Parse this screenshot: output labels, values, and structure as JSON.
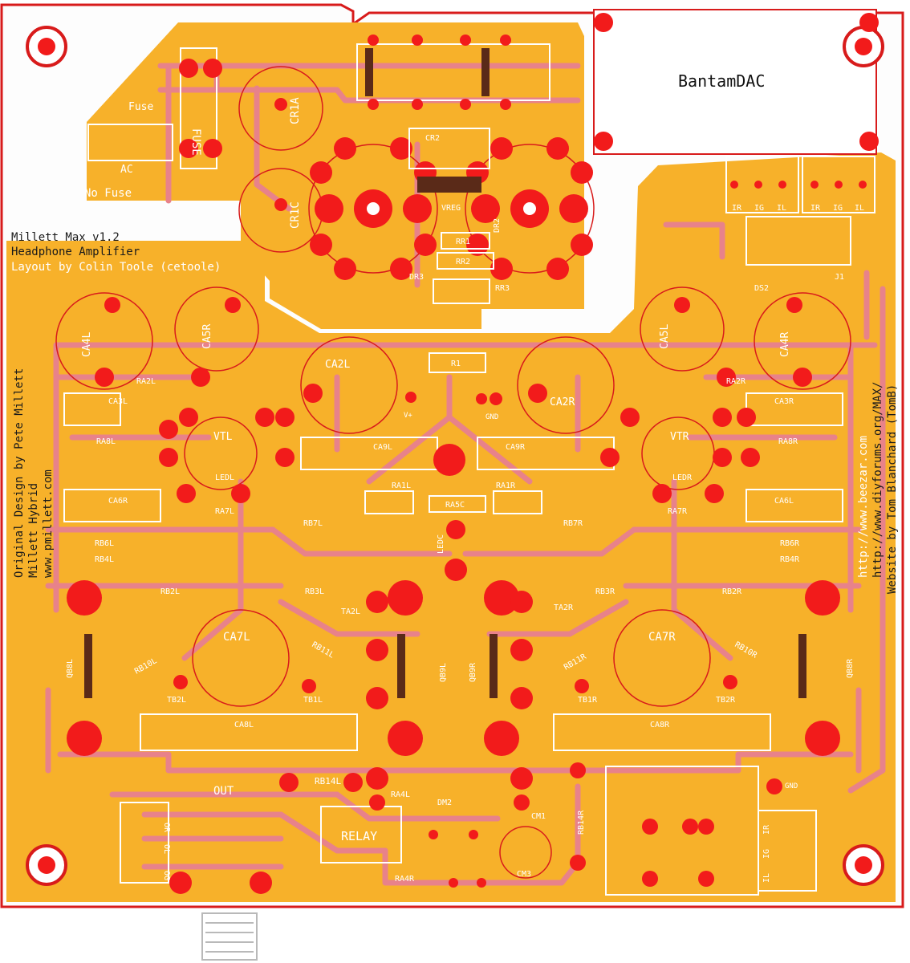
{
  "board": {
    "title_lines": [
      "Millett Max v1.2",
      "Headphone Amplifier",
      "Layout by Colin Toole (cetoole)"
    ],
    "credits_left": [
      "Original Design by Pete Millett",
      "Millett Hybrid",
      "www.pmillett.com"
    ],
    "credits_right": [
      "http://www.beezar.com",
      "http://www.diyforums.org/MAX/",
      "Website by Tom Blanchard (TomB)"
    ],
    "dac_label": "BantamDAC",
    "colors": {
      "board": "#f7b12a",
      "trace": "#e8828a",
      "pad": "#f21b1b",
      "silk": "#ffffff",
      "outline": "#d81b1b"
    }
  },
  "labels": [
    {
      "id": "fuse-top",
      "text": "Fuse"
    },
    {
      "id": "fuse",
      "text": "FUSE"
    },
    {
      "id": "ac",
      "text": "AC"
    },
    {
      "id": "no-fuse",
      "text": "No Fuse"
    },
    {
      "id": "cr1a",
      "text": "CR1A"
    },
    {
      "id": "cr1c",
      "text": "CR1C"
    },
    {
      "id": "cr2",
      "text": "CR2"
    },
    {
      "id": "vreg",
      "text": "VREG"
    },
    {
      "id": "rr1",
      "text": "RR1"
    },
    {
      "id": "rr2",
      "text": "RR2"
    },
    {
      "id": "rr3",
      "text": "RR3"
    },
    {
      "id": "dr3",
      "text": "DR3"
    },
    {
      "id": "dr2",
      "text": "DR2"
    },
    {
      "id": "ca4l",
      "text": "CA4L"
    },
    {
      "id": "ca5r",
      "text": "CA5R"
    },
    {
      "id": "ca2l",
      "text": "CA2L"
    },
    {
      "id": "ca2r",
      "text": "CA2R"
    },
    {
      "id": "ca5l",
      "text": "CA5L"
    },
    {
      "id": "ca4r",
      "text": "CA4R"
    },
    {
      "id": "r1",
      "text": "R1"
    },
    {
      "id": "vtl",
      "text": "VTL"
    },
    {
      "id": "vtr",
      "text": "VTR"
    },
    {
      "id": "ledl",
      "text": "LEDL"
    },
    {
      "id": "ledr",
      "text": "LEDR"
    },
    {
      "id": "ledc",
      "text": "LEDC"
    },
    {
      "id": "ca9l",
      "text": "CA9L"
    },
    {
      "id": "ca9r",
      "text": "CA9R"
    },
    {
      "id": "ra5c",
      "text": "RA5C"
    },
    {
      "id": "ra1l",
      "text": "RA1L"
    },
    {
      "id": "ra1r",
      "text": "RA1R"
    },
    {
      "id": "ra2l",
      "text": "RA2L"
    },
    {
      "id": "ra2r",
      "text": "RA2R"
    },
    {
      "id": "ca3l",
      "text": "CA3L"
    },
    {
      "id": "ca3r",
      "text": "CA3R"
    },
    {
      "id": "ra8l",
      "text": "RA8L"
    },
    {
      "id": "ra8r",
      "text": "RA8R"
    },
    {
      "id": "ca6r",
      "text": "CA6R"
    },
    {
      "id": "ca6l",
      "text": "CA6L"
    },
    {
      "id": "ra7l",
      "text": "RA7L"
    },
    {
      "id": "ra7r",
      "text": "RA7R"
    },
    {
      "id": "rb6l",
      "text": "RB6L"
    },
    {
      "id": "rb4l",
      "text": "RB4L"
    },
    {
      "id": "rb6r",
      "text": "RB6R"
    },
    {
      "id": "rb4r",
      "text": "RB4R"
    },
    {
      "id": "rb7l",
      "text": "RB7L"
    },
    {
      "id": "rb7r",
      "text": "RB7R"
    },
    {
      "id": "rb2l",
      "text": "RB2L"
    },
    {
      "id": "rb3l",
      "text": "RB3L"
    },
    {
      "id": "rb3r",
      "text": "RB3R"
    },
    {
      "id": "rb2r",
      "text": "RB2R"
    },
    {
      "id": "ca7l",
      "text": "CA7L"
    },
    {
      "id": "ca7r",
      "text": "CA7R"
    },
    {
      "id": "rb10l",
      "text": "RB10L"
    },
    {
      "id": "rb11l",
      "text": "RB11L"
    },
    {
      "id": "rb11r",
      "text": "RB11R"
    },
    {
      "id": "rb10r",
      "text": "RB10R"
    },
    {
      "id": "qb8l",
      "text": "QB8L"
    },
    {
      "id": "qb9l",
      "text": "QB9L"
    },
    {
      "id": "qb9r",
      "text": "QB9R"
    },
    {
      "id": "qb8r",
      "text": "QB8R"
    },
    {
      "id": "tb2l",
      "text": "TB2L"
    },
    {
      "id": "tb1l",
      "text": "TB1L"
    },
    {
      "id": "tb1r",
      "text": "TB1R"
    },
    {
      "id": "tb2r",
      "text": "TB2R"
    },
    {
      "id": "ta2l",
      "text": "TA2L"
    },
    {
      "id": "ta2r",
      "text": "TA2R"
    },
    {
      "id": "ca8l",
      "text": "CA8L"
    },
    {
      "id": "ca8r",
      "text": "CA8R"
    },
    {
      "id": "rb14l",
      "text": "RB14L"
    },
    {
      "id": "rb14r",
      "text": "RB14R"
    },
    {
      "id": "ra4l",
      "text": "RA4L"
    },
    {
      "id": "ra4r",
      "text": "RA4R"
    },
    {
      "id": "relay",
      "text": "RELAY"
    },
    {
      "id": "dm2",
      "text": "DM2"
    },
    {
      "id": "cm1",
      "text": "CM1"
    },
    {
      "id": "cm3",
      "text": "CM3"
    },
    {
      "id": "out",
      "text": "OUT"
    },
    {
      "id": "gnd",
      "text": "GND"
    },
    {
      "id": "gnd2",
      "text": "GND"
    },
    {
      "id": "vplus",
      "text": "V+"
    },
    {
      "id": "j1",
      "text": "J1"
    },
    {
      "id": "ds2",
      "text": "DS2"
    },
    {
      "id": "ir1",
      "text": "IR"
    },
    {
      "id": "ig1",
      "text": "IG"
    },
    {
      "id": "il1",
      "text": "IL"
    },
    {
      "id": "ir2",
      "text": "IR"
    },
    {
      "id": "ig2",
      "text": "IG"
    },
    {
      "id": "il2",
      "text": "IL"
    },
    {
      "id": "ir3",
      "text": "IR"
    },
    {
      "id": "ig3",
      "text": "IG"
    },
    {
      "id": "il3",
      "text": "IL"
    },
    {
      "id": "or",
      "text": "OR"
    },
    {
      "id": "ol",
      "text": "OL"
    },
    {
      "id": "og",
      "text": "OG"
    }
  ]
}
